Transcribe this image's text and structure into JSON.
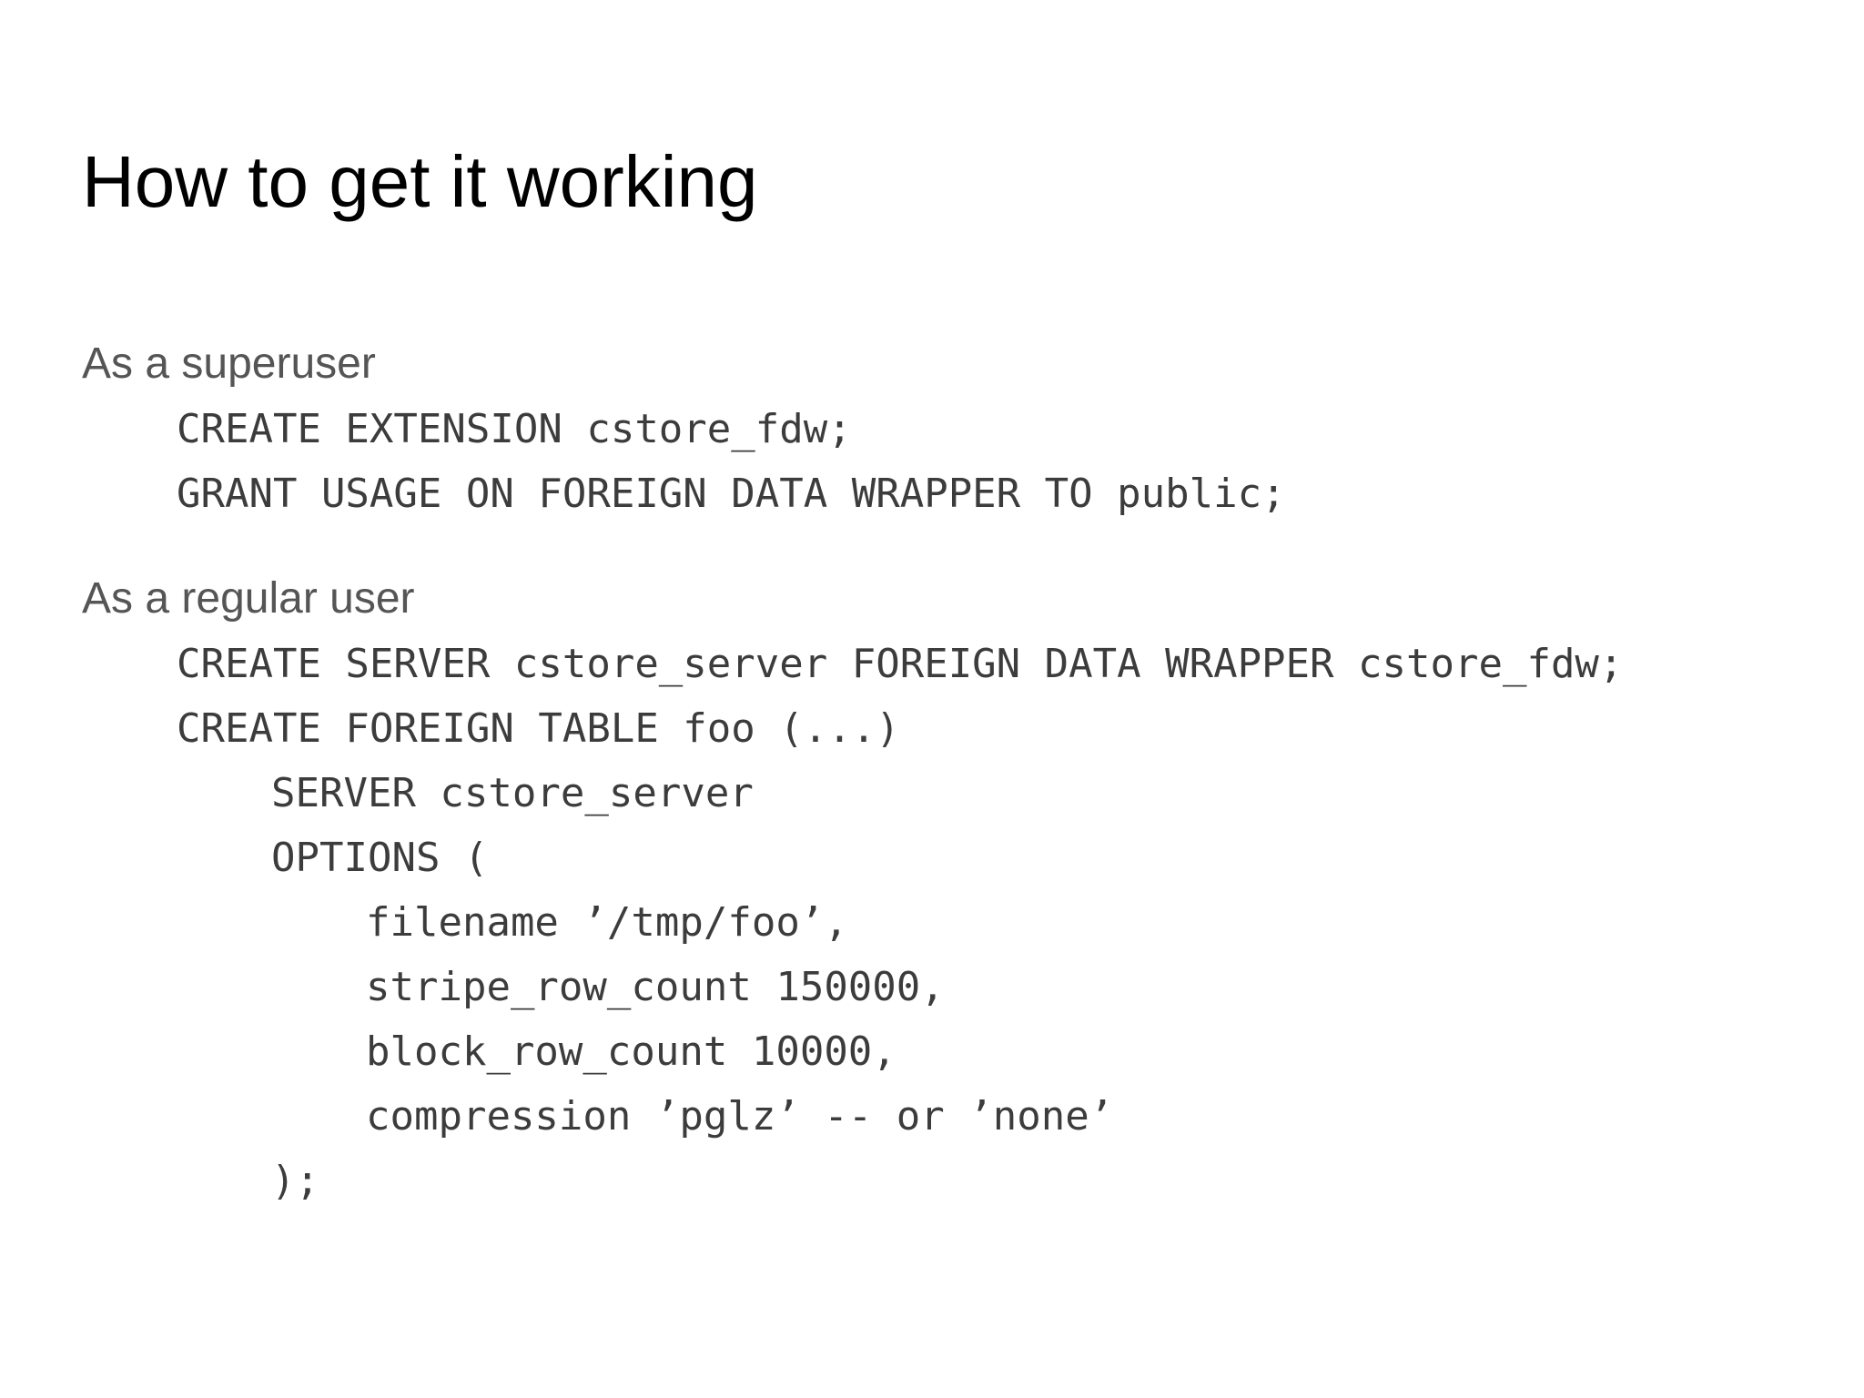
{
  "title": "How to get it working",
  "sections": [
    {
      "label": "As a superuser",
      "lines": [
        "CREATE EXTENSION cstore_fdw;",
        "GRANT USAGE ON FOREIGN DATA WRAPPER TO public;"
      ]
    },
    {
      "label": "As a regular user",
      "lines": [
        "CREATE SERVER cstore_server FOREIGN DATA WRAPPER cstore_fdw;",
        "CREATE FOREIGN TABLE foo (...)",
        "SERVER cstore_server",
        "OPTIONS (",
        "filename ’/tmp/foo’,",
        "stripe_row_count 150000,",
        "block_row_count 10000,",
        "compression ’pglz’ -- or ’none’",
        ");"
      ]
    }
  ]
}
